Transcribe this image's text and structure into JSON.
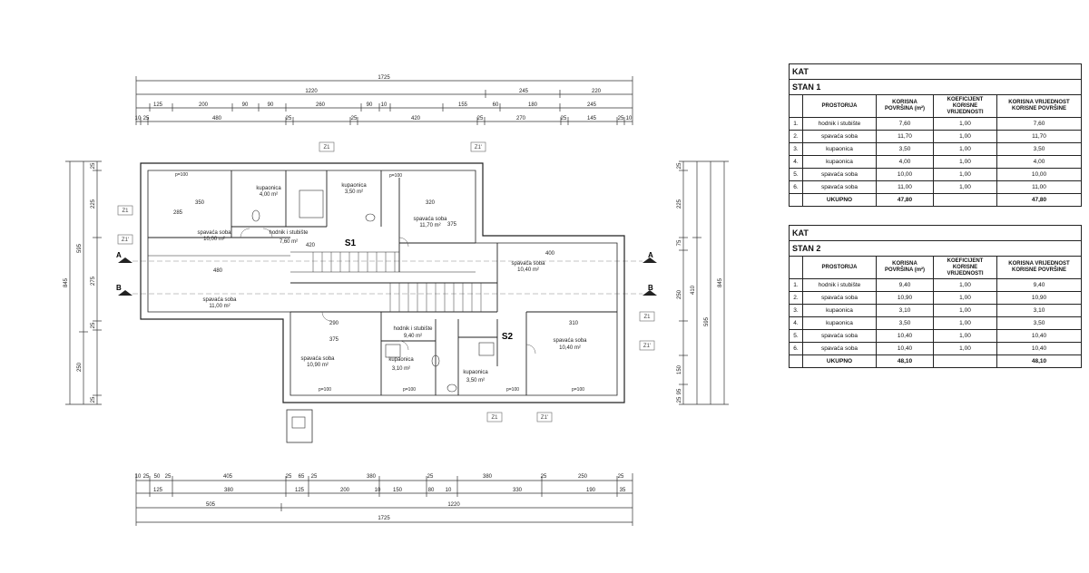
{
  "plan": {
    "dims_top_total": "1725",
    "dims_top_row2": [
      "1220",
      "245",
      "220"
    ],
    "dims_top_row3": [
      "125",
      "200",
      "90",
      "90",
      "260",
      "90",
      "10",
      "155",
      "60",
      "180",
      "245"
    ],
    "dims_top_row4": [
      "10",
      "25",
      "480",
      "25",
      "25",
      "420",
      "25",
      "270",
      "25",
      "145",
      "25",
      "10"
    ],
    "dims_bottom_row1": [
      "10",
      "25",
      "50",
      "25",
      "405",
      "25",
      "65",
      "25",
      "380",
      "25",
      "380",
      "25",
      "250",
      "25"
    ],
    "dims_bottom_row2": [
      "125",
      "380",
      "125",
      "200",
      "10",
      "150",
      "80",
      "10",
      "330",
      "190",
      "35"
    ],
    "dims_bottom_row3": [
      "505",
      "1220"
    ],
    "dims_bottom_total": "1725",
    "dims_left": [
      "25",
      "225",
      "595",
      "275",
      "25",
      "250",
      "25",
      "845"
    ],
    "dims_right": [
      "25",
      "225",
      "75",
      "250",
      "410",
      "595",
      "845",
      "150",
      "95",
      "25"
    ],
    "units": [
      "S1",
      "S2"
    ],
    "section_marks": [
      "A",
      "B",
      "A",
      "B"
    ],
    "tags": [
      "Z1",
      "Z1'",
      "Z1",
      "Z1'",
      "Z1",
      "Z1'",
      "Z1",
      "Z1'"
    ],
    "rooms": [
      {
        "name": "spavaća soba",
        "area": "10,00 m²",
        "w": "350",
        "h": "285"
      },
      {
        "name": "kupaonica",
        "area": "4,00 m²"
      },
      {
        "name": "kupaonica",
        "area": "3,50 m²"
      },
      {
        "name": "spavaća soba",
        "area": "11,70 m²",
        "w": "320",
        "h": "375"
      },
      {
        "name": "hodnik i stubište",
        "area": "7,60 m²",
        "w": "420"
      },
      {
        "name": "spavaća soba",
        "area": "10,40 m²",
        "w": "400"
      },
      {
        "name": "spavaća soba",
        "area": "11,00 m²",
        "w": "480"
      },
      {
        "name": "hodnik i stubište",
        "area": "9,40 m²"
      },
      {
        "name": "spavaća soba",
        "area": "10,90 m²",
        "w": "290",
        "h": "375"
      },
      {
        "name": "kupaonica",
        "area": "3,10 m²"
      },
      {
        "name": "kupaonica",
        "area": "3,50 m²"
      },
      {
        "name": "spavaća soba",
        "area": "10,40 m²",
        "w": "310"
      }
    ],
    "window_labels": [
      "p=100",
      "p=100",
      "p=100",
      "p=100",
      "p=100",
      "p=100"
    ]
  },
  "tables": [
    {
      "title": "KAT",
      "subtitle": "STAN 1",
      "headers": [
        "PROSTORIJA",
        "KORISNA POVRŠINA (m²)",
        "KOEFICIJENT KORISNE VRIJEDNOSTI",
        "KORISNA VRIJEDNOST KORISNE POVRŠINE"
      ],
      "rows": [
        [
          "1.",
          "hodnik i stubište",
          "7,60",
          "1,00",
          "7,60"
        ],
        [
          "2.",
          "spavaća soba",
          "11,70",
          "1,00",
          "11,70"
        ],
        [
          "3.",
          "kupaonica",
          "3,50",
          "1,00",
          "3,50"
        ],
        [
          "4.",
          "kupaonica",
          "4,00",
          "1,00",
          "4,00"
        ],
        [
          "5.",
          "spavaća soba",
          "10,00",
          "1,00",
          "10,00"
        ],
        [
          "6.",
          "spavaća soba",
          "11,00",
          "1,00",
          "11,00"
        ]
      ],
      "total_label": "UKUPNO",
      "total_area": "47,80",
      "total_value": "47,80"
    },
    {
      "title": "KAT",
      "subtitle": "STAN 2",
      "headers": [
        "PROSTORIJA",
        "KORISNA POVRŠINA (m²)",
        "KOEFICIJENT KORISNE VRIJEDNOSTI",
        "KORISNA VRIJEDNOST KORISNE POVRŠINE"
      ],
      "rows": [
        [
          "1.",
          "hodnik i stubište",
          "9,40",
          "1,00",
          "9,40"
        ],
        [
          "2.",
          "spavaća soba",
          "10,90",
          "1,00",
          "10,90"
        ],
        [
          "3.",
          "kupaonica",
          "3,10",
          "1,00",
          "3,10"
        ],
        [
          "4.",
          "kupaonica",
          "3,50",
          "1,00",
          "3,50"
        ],
        [
          "5.",
          "spavaća soba",
          "10,40",
          "1,00",
          "10,40"
        ],
        [
          "6.",
          "spavaća soba",
          "10,40",
          "1,00",
          "10,40"
        ]
      ],
      "total_label": "UKUPNO",
      "total_area": "48,10",
      "total_value": "48,10"
    }
  ]
}
